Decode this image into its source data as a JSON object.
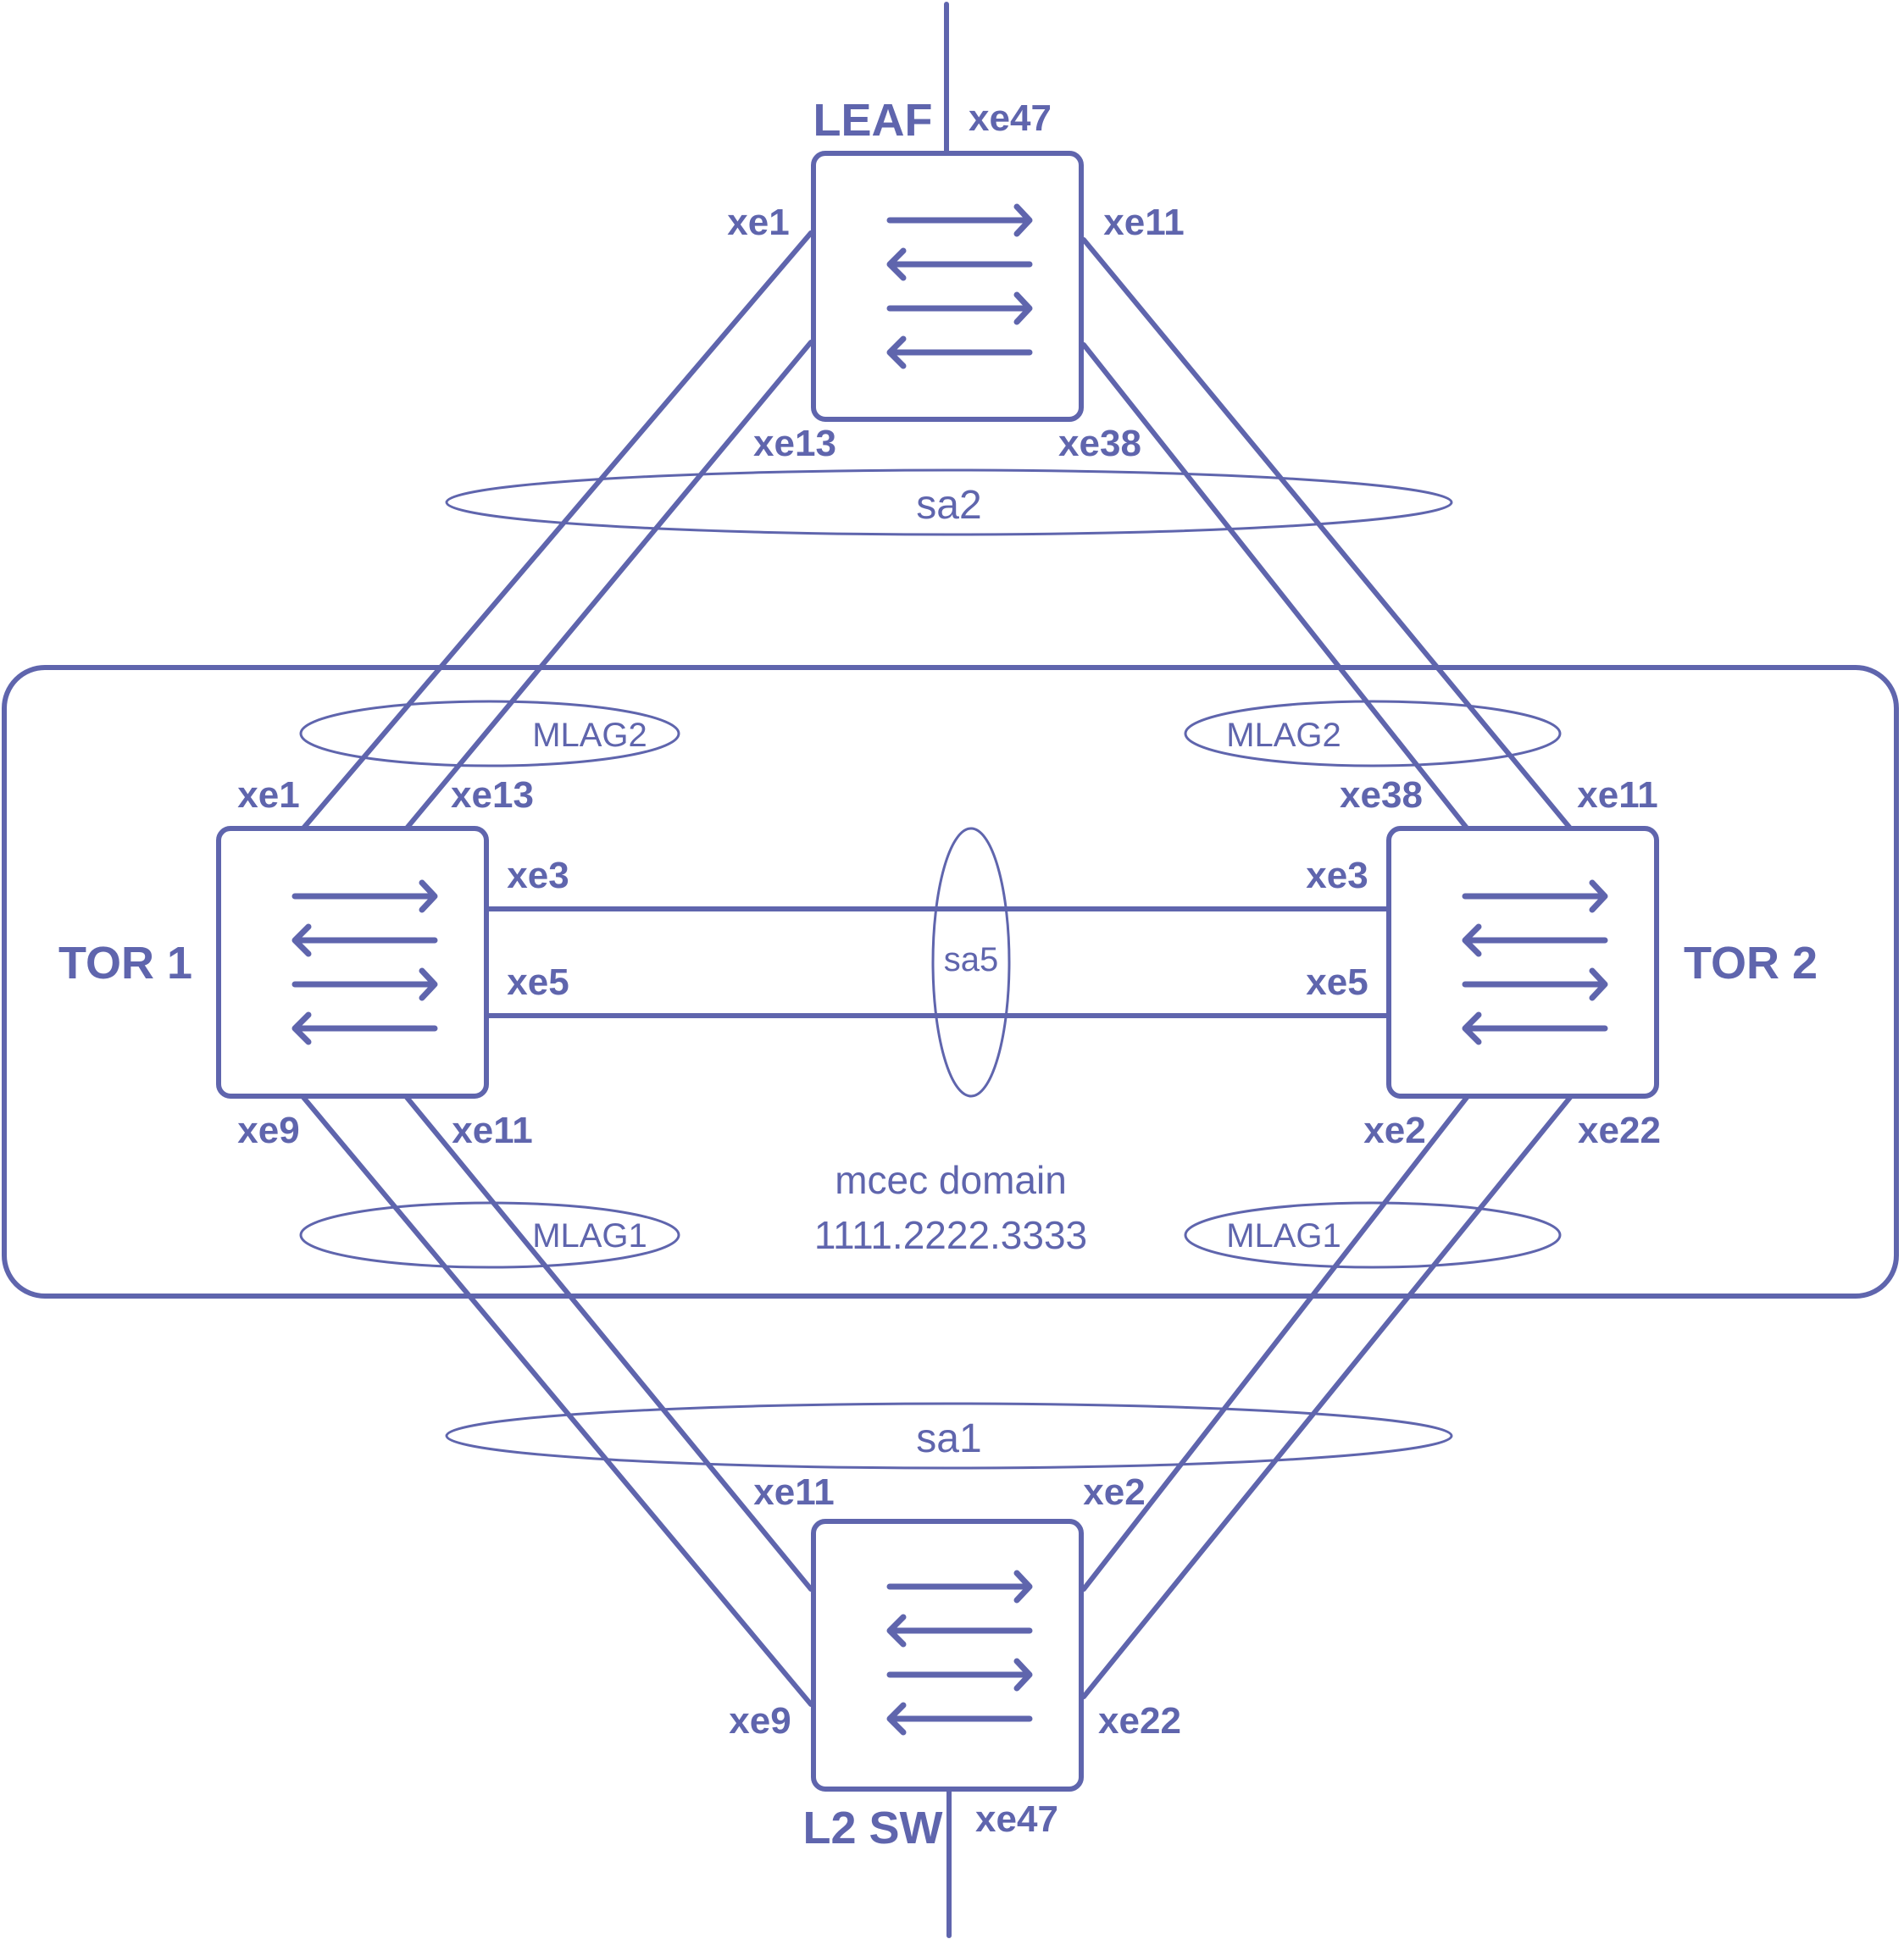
{
  "colors": {
    "primary": "#5f65ad",
    "background": "#ffffff"
  },
  "devices": {
    "leaf": {
      "name": "LEAF",
      "icon": "switch-arrows-icon"
    },
    "tor1": {
      "name": "TOR 1",
      "icon": "switch-arrows-icon"
    },
    "tor2": {
      "name": "TOR 2",
      "icon": "switch-arrows-icon"
    },
    "l2sw": {
      "name": "L2 SW",
      "icon": "switch-arrows-icon"
    }
  },
  "ports": {
    "leaf": {
      "uplink": "xe47",
      "to_tor1_a": "xe1",
      "to_tor2_a": "xe11",
      "to_tor1_b": "xe13",
      "to_tor2_b": "xe38"
    },
    "tor1": {
      "up_a": "xe1",
      "up_b": "xe13",
      "peer_a": "xe3",
      "peer_b": "xe5",
      "down_a": "xe9",
      "down_b": "xe11"
    },
    "tor2": {
      "up_a": "xe38",
      "up_b": "xe11",
      "peer_a": "xe3",
      "peer_b": "xe5",
      "down_a": "xe2",
      "down_b": "xe22"
    },
    "l2sw": {
      "from_tor1_b": "xe11",
      "from_tor2_a": "xe2",
      "from_tor1_a": "xe9",
      "from_tor2_b": "xe22",
      "uplink": "xe47"
    }
  },
  "lags": {
    "sa2": "sa2",
    "sa1": "sa1",
    "sa5": "sa5",
    "mlag2_left": "MLAG2",
    "mlag2_right": "MLAG2",
    "mlag1_left": "MLAG1",
    "mlag1_right": "MLAG1"
  },
  "mcec_domain": {
    "label": "mcec domain",
    "id": "1111.2222.3333"
  }
}
